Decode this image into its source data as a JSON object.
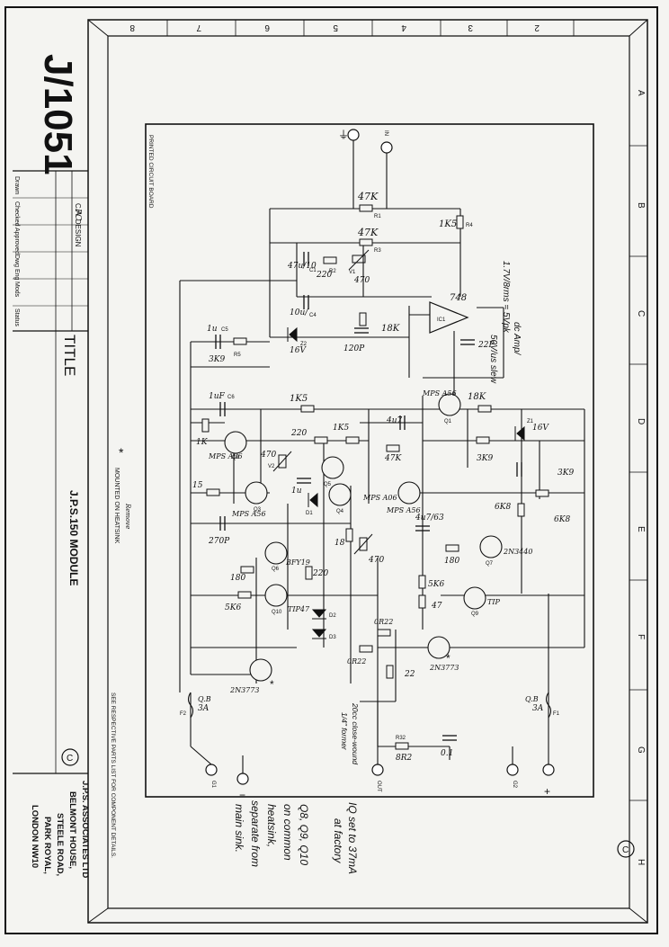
{
  "drawing": {
    "number": "J/1051",
    "title_label": "TITLE",
    "title": "J.P.S.150 MODULE",
    "designer": "C.A. DESIGN",
    "checked_initials": "PC",
    "title_block_rows": [
      "Drawn",
      "Checked",
      "Approved",
      "Dwg Eng",
      "Mods",
      "Status"
    ],
    "copyright_symbol": "C",
    "company": [
      "J.P.S. ASSOCIATES LTD",
      "BELMONT HOUSE,",
      "STEELE ROAD,",
      "PARK ROYAL,",
      "LONDON NW10"
    ],
    "board_label": "PRINTED CIRCUIT BOARD",
    "heatsink_note": "MOUNTED ON HEATSINK",
    "remove_note": "Remove",
    "parts_note": "SEE RESPECTIVE PARTS LIST FOR COMPONENT DETAILS.",
    "star": "*"
  },
  "grid": {
    "columns": [
      "8",
      "7",
      "6",
      "5",
      "4",
      "3",
      "2"
    ],
    "rows": [
      "A",
      "B",
      "C",
      "D",
      "E",
      "F",
      "G",
      "H"
    ]
  },
  "annotations": {
    "offset_note": [
      "1.7V/8rms = 5Vpk",
      "dc Amp/",
      "50V/us slew"
    ],
    "iq_note": [
      "IQ set to 37mA",
      "at factory"
    ],
    "heatsink_note": [
      "Q8, Q9, Q10",
      "on common",
      "heatsink,",
      "separate from",
      "main sink."
    ],
    "wire_note": [
      "20cc close-wound",
      "1/4\" former"
    ]
  },
  "connectors": {
    "gnd": "⏚",
    "input": "IN",
    "output": "OUT",
    "minus": "−",
    "plus": "+",
    "g1": "G1",
    "g2": "G2"
  },
  "fuses": {
    "f2": "F2",
    "f2_rating": "3A",
    "f2_type": "Q.B",
    "f1": "F1",
    "f1_rating": "3A",
    "f1_type": "Q.B"
  },
  "components": {
    "r1": "R1",
    "r1_value": "47K",
    "r3": "R3",
    "r3_value": "47K",
    "r4": "R4",
    "r4_value": "1K5",
    "r2": "R2",
    "r2_value": "220",
    "v1": "V1",
    "v1_value": "470",
    "c1": "C1",
    "c1_value": "47u/10",
    "c4": "C4",
    "c4_value": "10u/",
    "c5": "C5",
    "c5_value": "1u",
    "z2": "Z2",
    "z2_value": "16V",
    "r5": "R5",
    "r5_value": "3K9",
    "c2_value": "120P",
    "r_18k": "18K",
    "ic1": "IC1",
    "ic1_value": "748",
    "c3_value": "22P",
    "c6": "C6",
    "c6_value": "1uF",
    "r9_value": "1K5",
    "r10_value": "1K",
    "q2": "Q2",
    "q2_type": "MPS A06",
    "q1": "Q1",
    "q1_type": "MPS A56",
    "r12_value": "18K",
    "z1": "Z1",
    "z1_value": "16V",
    "r_220b": "220",
    "r_1k5b": "1K5",
    "c_4u7": "4u7",
    "r_3k9": "3K9",
    "r_47k_b": "47K",
    "v2": "V2",
    "v2_value": "470",
    "q5": "Q5",
    "r_15": "15",
    "c_lu": "1u",
    "q3": "Q3",
    "q3_type": "MPS A56",
    "q4": "Q4",
    "q4_type": "MPS A06",
    "d1": "D1",
    "c_3k9b": "3K9",
    "r14_value": "6K8",
    "r15_value": "6K8",
    "c7_value": "270P",
    "q7_type": "MPS A56",
    "r_18b": "18",
    "v3_value": "470",
    "c8_value": "4u7/63",
    "q6": "Q6",
    "q6_type": "BFY19",
    "r_220c": "220",
    "r_180": "180",
    "r_180b": "180",
    "q7b": "Q7",
    "q7b_type": "2N3440",
    "q10": "Q10",
    "q10_type": "TIP47",
    "q9": "Q9",
    "q9_type": "TIP",
    "r_5k6": "5K6",
    "r_5k6b": "5K6",
    "r_47": "47",
    "d2": "D2",
    "d3": "D3",
    "r_0r22": "0R22",
    "r_0r22b": "0R22",
    "r_22": "22",
    "q8_type": "2N3773",
    "q11_type": "2N3773",
    "c9_value": "0.1",
    "r_8r2": "8R2",
    "r32": "R32"
  }
}
